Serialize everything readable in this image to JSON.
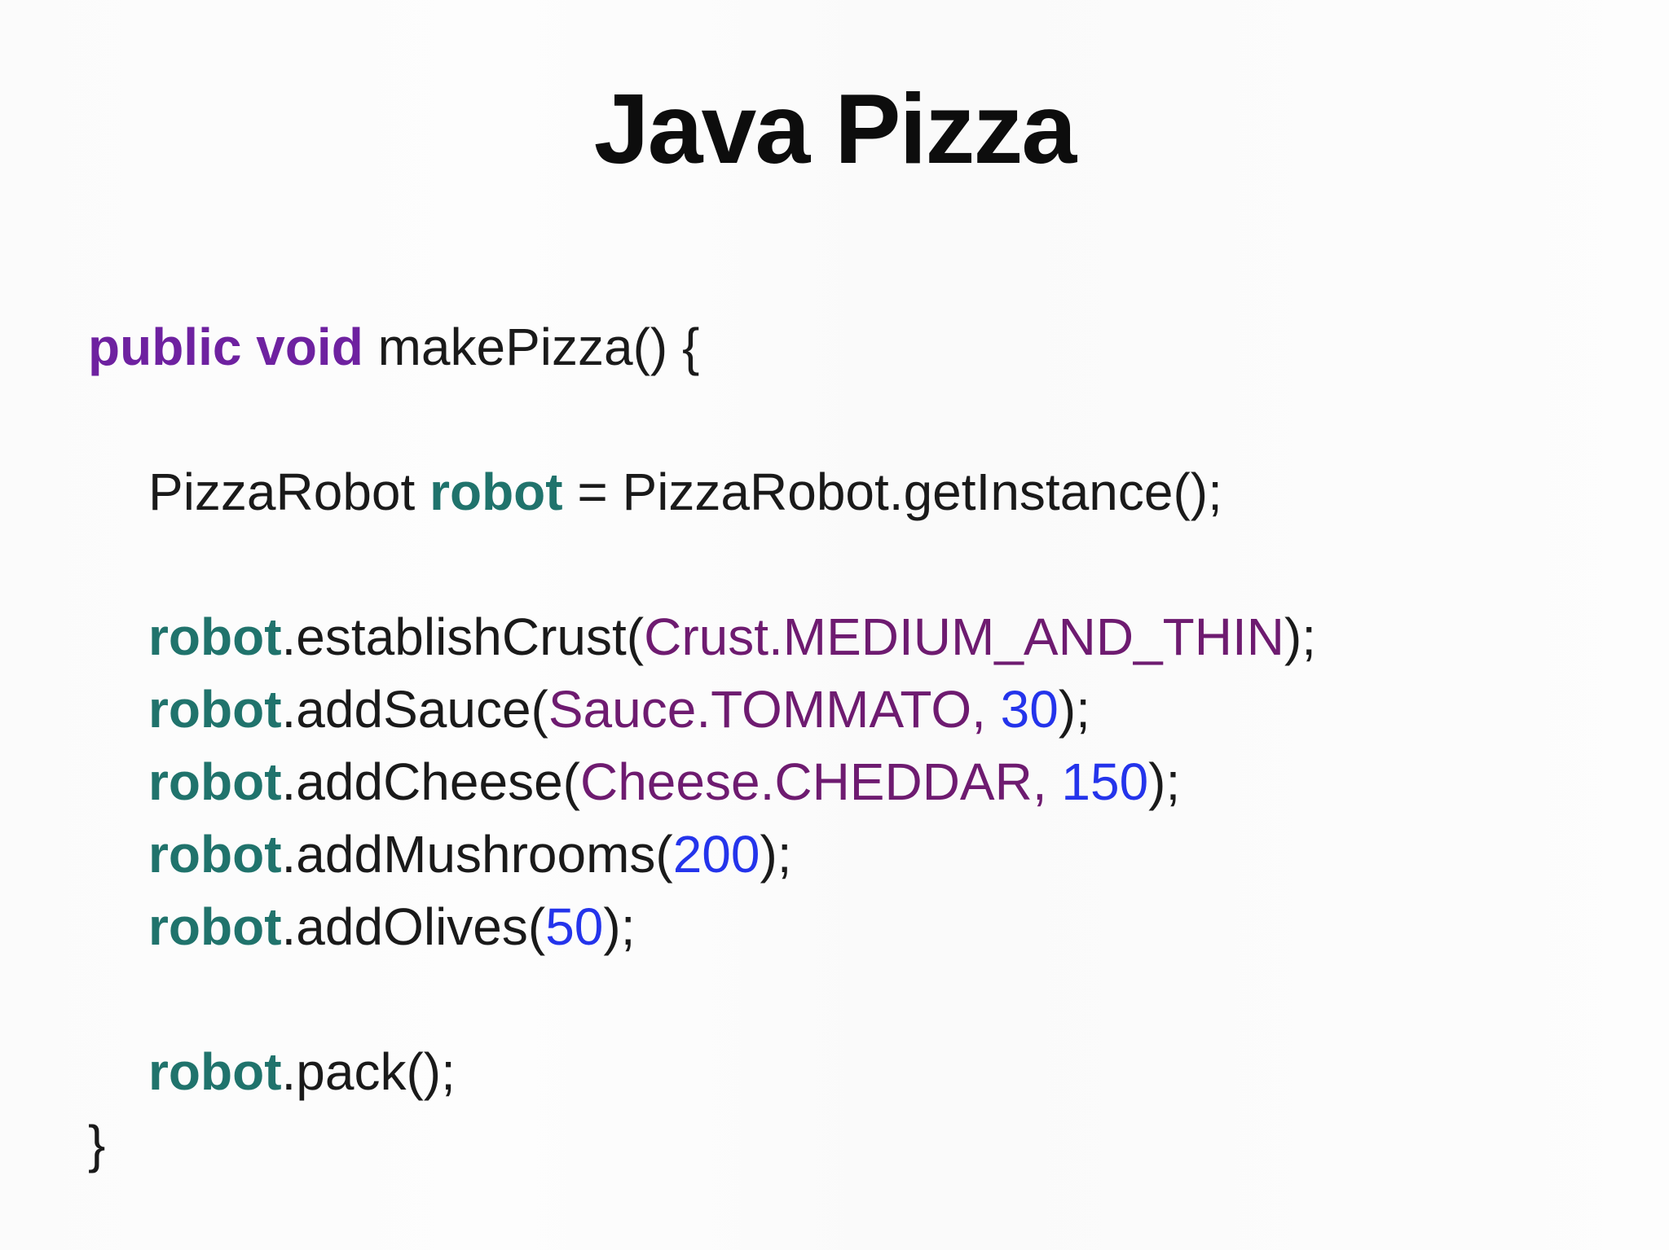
{
  "slide": {
    "title": "Java Pizza",
    "colors": {
      "background": "#fcfcfc",
      "title": "#0d0d0d",
      "code": "#1a1a1a",
      "keyword": "#6e21a0",
      "variable": "#20736c",
      "enum": "#6e1b70",
      "number": "#2434eb"
    },
    "code_lines": [
      {
        "indent": 0,
        "tokens": [
          {
            "t": "public void",
            "c": "keyword",
            "b": true
          },
          {
            "t": " makePizza() {",
            "c": "code"
          }
        ]
      },
      {
        "blank": true
      },
      {
        "indent": 1,
        "tokens": [
          {
            "t": "PizzaRobot ",
            "c": "code"
          },
          {
            "t": "robot",
            "c": "variable",
            "b": true
          },
          {
            "t": " = PizzaRobot.getInstance();",
            "c": "code"
          }
        ]
      },
      {
        "blank": true
      },
      {
        "indent": 1,
        "tokens": [
          {
            "t": "robot",
            "c": "variable",
            "b": true
          },
          {
            "t": ".establishCrust(",
            "c": "code"
          },
          {
            "t": "Crust.MEDIUM_AND_THIN",
            "c": "enum"
          },
          {
            "t": ");",
            "c": "code"
          }
        ]
      },
      {
        "indent": 1,
        "tokens": [
          {
            "t": "robot",
            "c": "variable",
            "b": true
          },
          {
            "t": ".addSauce(",
            "c": "code"
          },
          {
            "t": "Sauce.TOMMATO,",
            "c": "enum"
          },
          {
            "t": " ",
            "c": "code"
          },
          {
            "t": "30",
            "c": "number"
          },
          {
            "t": ");",
            "c": "code"
          }
        ]
      },
      {
        "indent": 1,
        "tokens": [
          {
            "t": "robot",
            "c": "variable",
            "b": true
          },
          {
            "t": ".addCheese(",
            "c": "code"
          },
          {
            "t": "Cheese.CHEDDAR,",
            "c": "enum"
          },
          {
            "t": " ",
            "c": "code"
          },
          {
            "t": "150",
            "c": "number"
          },
          {
            "t": ");",
            "c": "code"
          }
        ]
      },
      {
        "indent": 1,
        "tokens": [
          {
            "t": "robot",
            "c": "variable",
            "b": true
          },
          {
            "t": ".addMushrooms(",
            "c": "code"
          },
          {
            "t": "200",
            "c": "number"
          },
          {
            "t": ");",
            "c": "code"
          }
        ]
      },
      {
        "indent": 1,
        "tokens": [
          {
            "t": "robot",
            "c": "variable",
            "b": true
          },
          {
            "t": ".addOlives(",
            "c": "code"
          },
          {
            "t": "50",
            "c": "number"
          },
          {
            "t": ");",
            "c": "code"
          }
        ]
      },
      {
        "blank": true
      },
      {
        "indent": 1,
        "tokens": [
          {
            "t": "robot",
            "c": "variable",
            "b": true
          },
          {
            "t": ".pack();",
            "c": "code"
          }
        ]
      },
      {
        "indent": 0,
        "tokens": [
          {
            "t": "}",
            "c": "code"
          }
        ]
      }
    ]
  }
}
